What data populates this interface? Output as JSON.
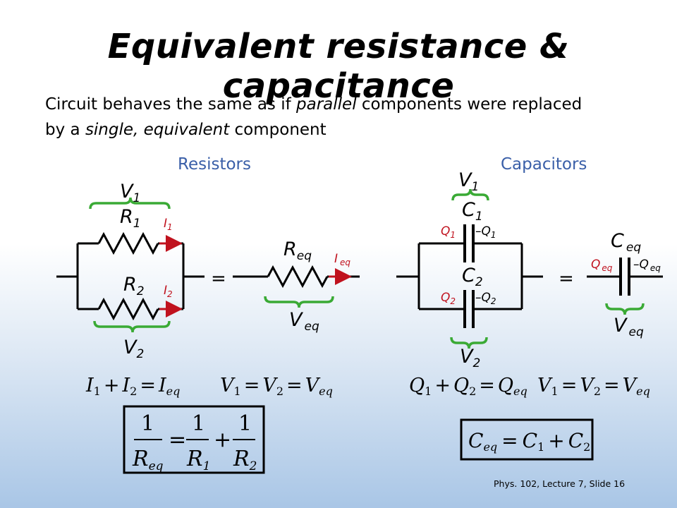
{
  "title": "Equivalent resistance & capacitance",
  "intro": {
    "t1": "Circuit behaves the same as if ",
    "t2": "parallel",
    "t3": " components were replaced",
    "t4": "by a ",
    "t5": "single, equivalent",
    "t6": " component"
  },
  "resistors_heading": "Resistors",
  "capacitors_heading": "Capacitors",
  "labels": {
    "V": "V",
    "R": "R",
    "C": "C",
    "I": "I",
    "Q": "Q",
    "negQ": "–Q",
    "sub1": "1",
    "sub2": "2",
    "subeq": "eq",
    "equals": "="
  },
  "equations": {
    "currents": [
      "I",
      "1",
      "+",
      "I",
      "2",
      "=",
      "I",
      "eq"
    ],
    "voltages": [
      "V",
      "1",
      "=",
      "V",
      "2",
      "=",
      "V",
      "eq"
    ],
    "charges": [
      "Q",
      "1",
      "+",
      "Q",
      "2",
      "=",
      "Q",
      "eq"
    ],
    "res_one": "1",
    "res_plus": "+",
    "res_eq": "=",
    "cap_eq": "=",
    "cap_plus": "+"
  },
  "footer": "Phys. 102, Lecture 7, Slide 16",
  "colors": {
    "heading": "#3a5fa8",
    "brace": "#3aaa35",
    "arrow": "#c0121e",
    "wire": "#000000"
  }
}
